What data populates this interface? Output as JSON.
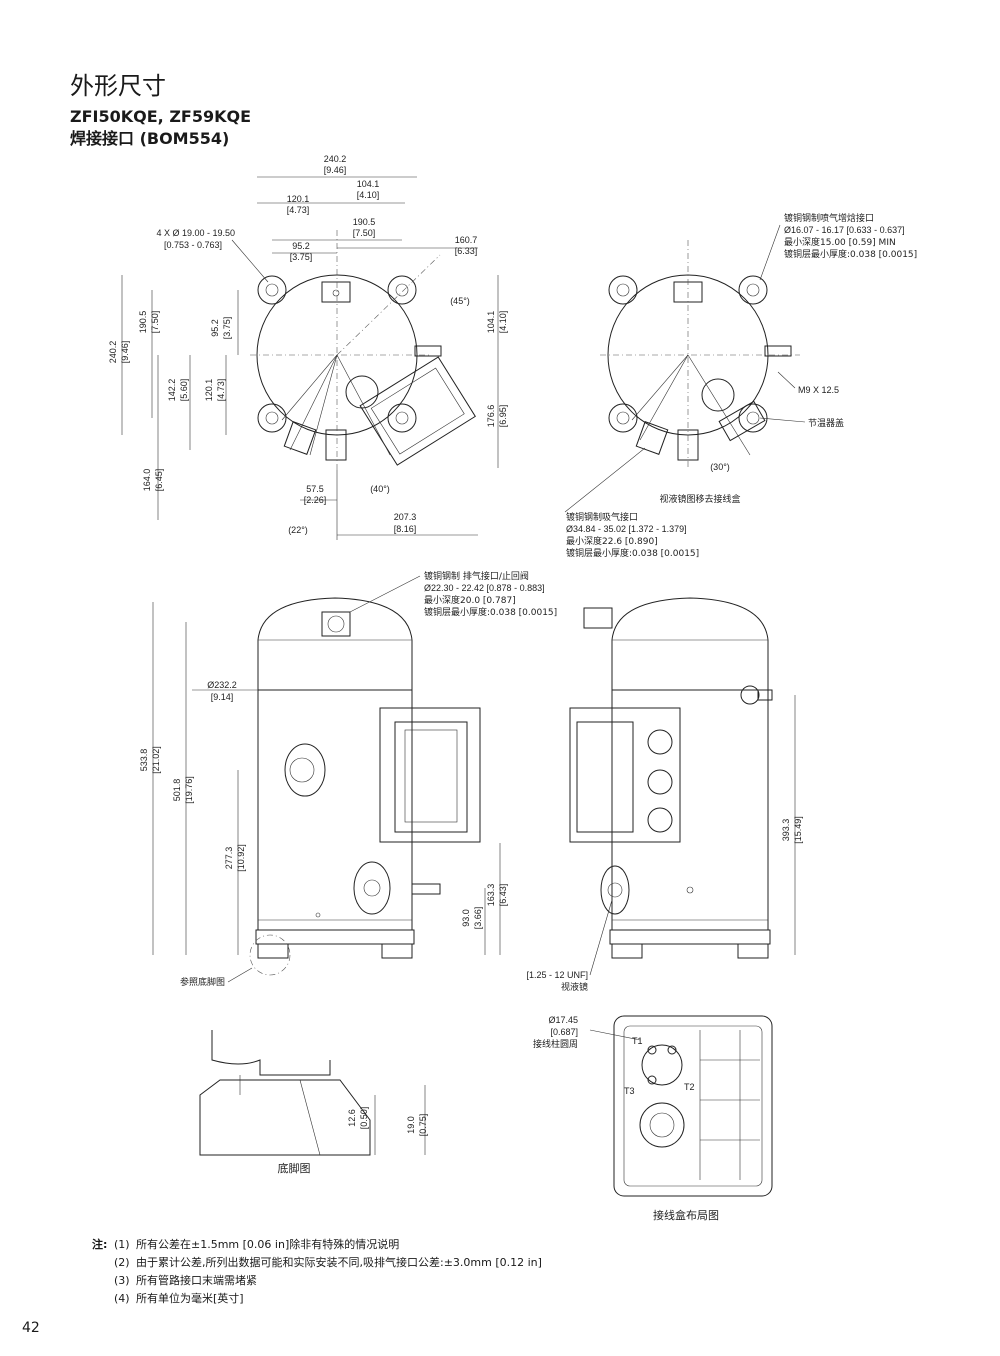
{
  "page": {
    "title": "外形尺寸",
    "models": "ZFI50KQE, ZF59KQE",
    "connection": "焊接接口 (BOM554)",
    "page_number": "42"
  },
  "top_view": {
    "dims": {
      "d240_2": "240.2",
      "d240_2_in": "[9.46]",
      "d104_1": "104.1",
      "d104_1_in": "[4.10]",
      "d120_1": "120.1",
      "d120_1_in": "[4.73]",
      "d190_5": "190.5",
      "d190_5_in": "[7.50]",
      "d95_2": "95.2",
      "d95_2_in": "[3.75]",
      "d160_7": "160.7",
      "d160_7_in": "[6.33]",
      "holes": "4 X Ø 19.00 - 19.50",
      "holes_in": "[0.753 - 0.763]",
      "a45": "(45°)",
      "v104_1": "104.1",
      "v104_1_in": "[4.10]",
      "v240_2": "240.2",
      "v240_2_in": "[9.46]",
      "v190_5": "190.5",
      "v190_5_in": "[7.50]",
      "v95_2": "95.2",
      "v95_2_in": "[3.75]",
      "v142_2": "142.2",
      "v142_2_in": "[5.60]",
      "v120_1": "120.1",
      "v120_1_in": "[4.73]",
      "v176_6": "176.6",
      "v176_6_in": "[6.95]",
      "v164_0": "164.0",
      "v164_0_in": "[6.45]",
      "d57_5": "57.5",
      "d57_5_in": "[2.26]",
      "a40": "(40°)",
      "d207_3": "207.3",
      "d207_3_in": "[8.16]",
      "a22": "(22°)"
    }
  },
  "top_right_view": {
    "injection": [
      "镀铜钢制喷气增焓接口",
      "Ø16.07 - 16.17 [0.633 - 0.637]",
      "最小深度15.00 [0.59] MIN",
      "镀铜层最小厚度:0.038 [0.0015]"
    ],
    "m9": "M9 X 12.5",
    "thermo": "节温器盖",
    "a30": "(30°)",
    "sightglass": "视液镜图移去接线盒",
    "suction": [
      "镀铜钢制吸气接口",
      "Ø34.84 - 35.02 [1.372 - 1.379]",
      "最小深度22.6 [0.890]",
      "镀铜层最小厚度:0.038 [0.0015]"
    ]
  },
  "front_view": {
    "discharge": [
      "镀铜钢制 排气接口/止回阀",
      "Ø22.30 - 22.42 [0.878 - 0.883]",
      "最小深度20.0 [0.787]",
      "镀铜层最小厚度:0.038 [0.0015]"
    ],
    "dia": "Ø232.2",
    "dia_in": "[9.14]",
    "h533_8": "533.8",
    "h533_8_in": "[21.02]",
    "h501_8": "501.8",
    "h501_8_in": "[19.76]",
    "h277_3": "277.3",
    "h277_3_in": "[10.92]",
    "h163_3": "163.3",
    "h163_3_in": "[6.43]",
    "h93_0": "93.0",
    "h93_0_in": "[3.66]",
    "ref_foot": "参照底脚图"
  },
  "side_view": {
    "h393_3": "393.3",
    "h393_3_in": "[15.49]",
    "unf": "[1.25 - 12 UNF]",
    "sight": "视液镜"
  },
  "foot_view": {
    "h12_6": "12.6",
    "h12_6_in": "[0.50]",
    "h19_0": "19.0",
    "h19_0_in": "[0.75]",
    "caption": "底脚图"
  },
  "terminal_box": {
    "dia": "Ø17.45",
    "dia_in": "[0.687]",
    "label": "接线柱圆周",
    "t1": "T1",
    "t2": "T2",
    "t3": "T3",
    "caption": "接线盒布局图"
  },
  "notes": {
    "prefix": "注:",
    "items": [
      {
        "num": "(1)",
        "text": "所有公差在±1.5mm [0.06 in]除非有特殊的情况说明"
      },
      {
        "num": "(2)",
        "text": "由于累计公差,所列出数据可能和实际安装不同,吸排气接口公差:±3.0mm [0.12 in]"
      },
      {
        "num": "(3)",
        "text": "所有管路接口末端需堵紧"
      },
      {
        "num": "(4)",
        "text": "所有单位为毫米[英寸]"
      }
    ]
  }
}
